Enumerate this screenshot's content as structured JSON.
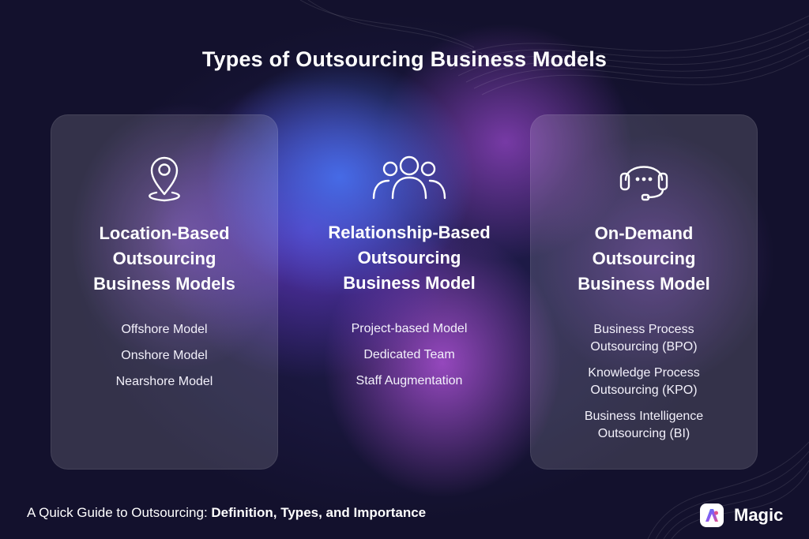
{
  "title": "Types of Outsourcing Business Models",
  "cards": [
    {
      "icon": "location-pin-icon",
      "title_lines": [
        "Location-Based",
        "Outsourcing",
        "Business Models"
      ],
      "items": [
        "Offshore Model",
        "Onshore Model",
        "Nearshore Model"
      ]
    },
    {
      "icon": "team-group-icon",
      "title_lines": [
        "Relationship-Based",
        "Outsourcing",
        "Business Model"
      ],
      "items": [
        "Project-based Model",
        "Dedicated Team",
        "Staff Augmentation"
      ]
    },
    {
      "icon": "headset-icon",
      "title_lines": [
        "On-Demand",
        "Outsourcing",
        "Business Model"
      ],
      "items": [
        [
          "Business Process",
          "Outsourcing (BPO)"
        ],
        [
          "Knowledge Process",
          "Outsourcing (KPO)"
        ],
        [
          "Business Intelligence",
          "Outsourcing (BI)"
        ]
      ]
    }
  ],
  "footer": {
    "prefix": "A Quick Guide to Outsourcing: ",
    "emphasis": "Definition, Types, and Importance"
  },
  "brand": {
    "name": "Magic",
    "logo_icon": "magic-logo-icon"
  },
  "colors": {
    "background": "#13112d",
    "glow_blue": "#466eeb",
    "glow_purple": "#aa50d2",
    "text": "#ffffff"
  }
}
